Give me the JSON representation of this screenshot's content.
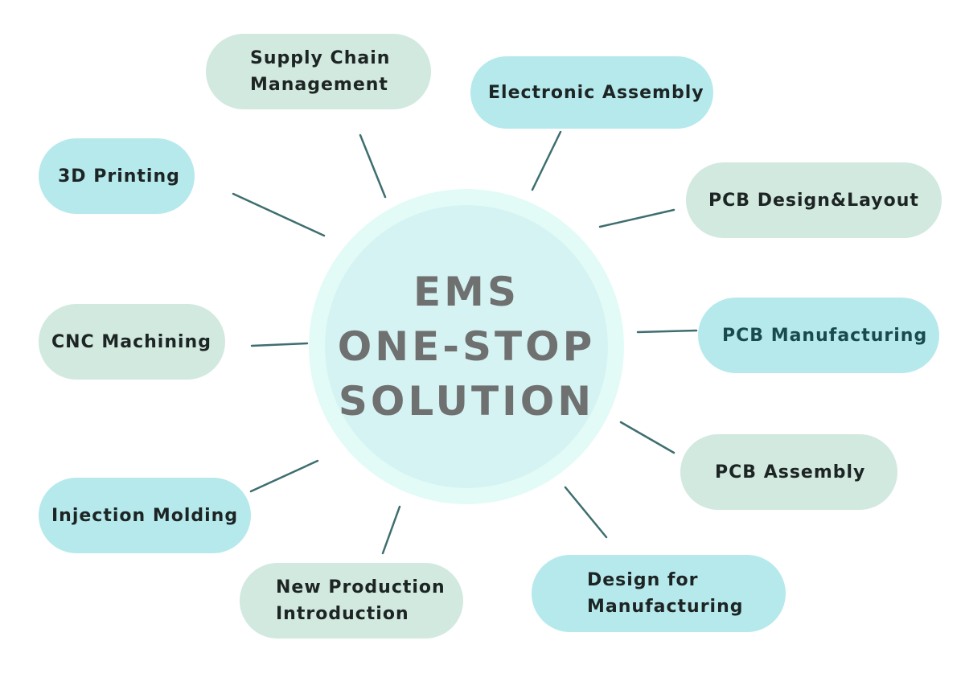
{
  "center": {
    "lines": [
      "EMS",
      "ONE-STOP",
      "SOLUTION"
    ]
  },
  "nodes": {
    "supply_chain": {
      "lines": [
        "Supply Chain",
        "Management"
      ]
    },
    "electronic_assembly": {
      "lines": [
        "Electronic Assembly"
      ]
    },
    "pcb_design_layout": {
      "lines": [
        "PCB Design&Layout"
      ]
    },
    "pcb_manufacturing": {
      "lines": [
        "PCB Manufacturing"
      ]
    },
    "pcb_assembly": {
      "lines": [
        "PCB Assembly"
      ]
    },
    "design_for_manufacturing": {
      "lines": [
        "Design for",
        "Manufacturing"
      ]
    },
    "new_production_introduction": {
      "lines": [
        "New Production",
        "Introduction"
      ]
    },
    "injection_molding": {
      "lines": [
        "Injection Molding"
      ]
    },
    "cnc_machining": {
      "lines": [
        "CNC Machining"
      ]
    },
    "printing_3d": {
      "lines": [
        "3D Printing"
      ]
    }
  },
  "colors": {
    "pill_cyan": "#b6e9ec",
    "pill_green": "#d1e9de",
    "hub_outer": "#e2fbf6",
    "hub_inner": "#d6f3f4",
    "hub_text": "#6f7070",
    "connector": "#3e6e70",
    "label_text": "#1d2424"
  }
}
